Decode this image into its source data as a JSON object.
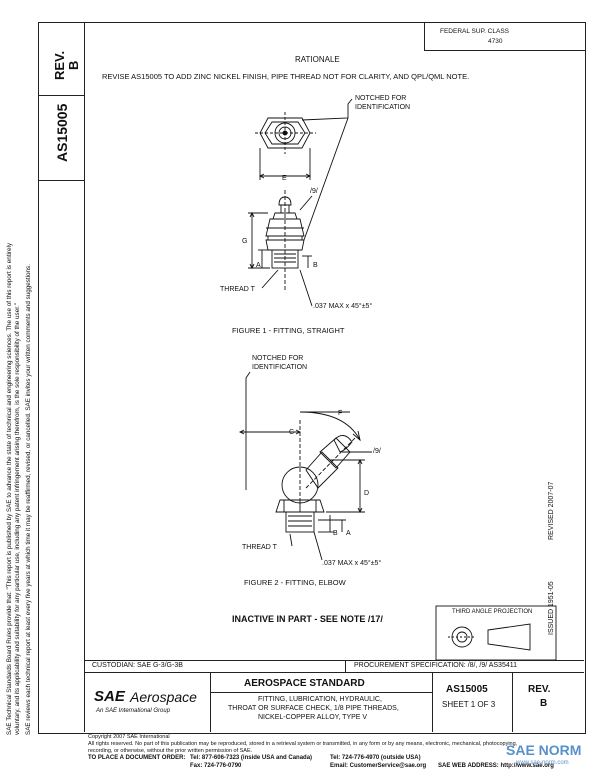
{
  "header": {
    "rev_label": "REV.",
    "rev_value": "B",
    "doc_number": "AS15005",
    "fed_sup": "FEDERAL SUP. CLASS",
    "fed_sup_code": "4730",
    "rationale_title": "RATIONALE",
    "rationale_text": "REVISE AS15005 TO ADD ZINC NICKEL FINISH, PIPE THREAD NOT FOR CLARITY, AND QPL/QML NOTE."
  },
  "side_text": {
    "line1": "SAE Technical Standards Board Rules provide that: \"This report is published by SAE to advance the state of technical and engineering sciences. The use of this report is entirely",
    "line2": "voluntary, and its applicability and suitability for any particular use, including any patent infringement arising therefrom, is the sole responsibility of the user.\"",
    "line3": "SAE reviews each technical report at least every five years at which time it may be reaffirmed, revised, or cancelled. SAE invites your written comments and suggestions."
  },
  "dates": {
    "revised": "REVISED 2007-07",
    "issued": "ISSUED 1951-05"
  },
  "figure1": {
    "notch_label": "NOTCHED FOR",
    "notch_label2": "IDENTIFICATION",
    "dim_e": "E",
    "dim_g": "G",
    "dim_a": "A",
    "dim_b": "B",
    "note_9": "/9/",
    "thread": "THREAD T",
    "chamfer": ".037 MAX x 45°±5°",
    "caption": "FIGURE 1 - FITTING, STRAIGHT"
  },
  "figure2": {
    "notch_label": "NOTCHED FOR",
    "notch_label2": "IDENTIFICATION",
    "dim_c": "C",
    "dim_f": "F",
    "dim_d": "D",
    "dim_a": "A",
    "dim_b": "B",
    "note_9": "/9/",
    "thread": "THREAD T",
    "chamfer": ".037 MAX x 45°±5°",
    "caption": "FIGURE 2 - FITTING, ELBOW"
  },
  "inactive_note": "INACTIVE IN PART - SEE NOTE /17/",
  "projection_label": "THIRD ANGLE PROJECTION",
  "custodian": "CUSTODIAN: SAE G-3/G-3B",
  "procurement": "PROCUREMENT SPECIFICATION: /8/, /9/ AS35411",
  "title_block": {
    "logo_sae": "SAE",
    "logo_aero": "Aerospace",
    "logo_sub": "An SAE International Group",
    "standard": "AEROSPACE STANDARD",
    "desc1": "FITTING, LUBRICATION, HYDRAULIC,",
    "desc2": "THROAT OR SURFACE CHECK, 1/8 PIPE THREADS,",
    "desc3": "NICKEL-COPPER ALLOY, TYPE V",
    "doc_number": "AS15005",
    "sheet": "SHEET 1 OF 3",
    "rev_label": "REV.",
    "rev_value": "B"
  },
  "footer": {
    "copyright": "Copyright 2007 SAE International",
    "rights": "All rights reserved. No part of this publication may be reproduced, stored in a retrieval system or transmitted, in any form or by any means, electronic, mechanical, photocopying,",
    "rights2": "recording, or otherwise, without the prior written permission of SAE.",
    "order": "TO PLACE A DOCUMENT ORDER:",
    "tel1": "Tel:  877-606-7323 (inside USA and Canada)",
    "tel2": "Tel:  724-776-4970 (outside USA)",
    "fax": "Fax:  724-776-0790",
    "email": "Email:  CustomerService@sae.org",
    "web": "SAE WEB ADDRESS:  http://www.sae.org"
  },
  "watermark": {
    "mark": "SAE NORM",
    "url": "www.sae-norm.com"
  }
}
